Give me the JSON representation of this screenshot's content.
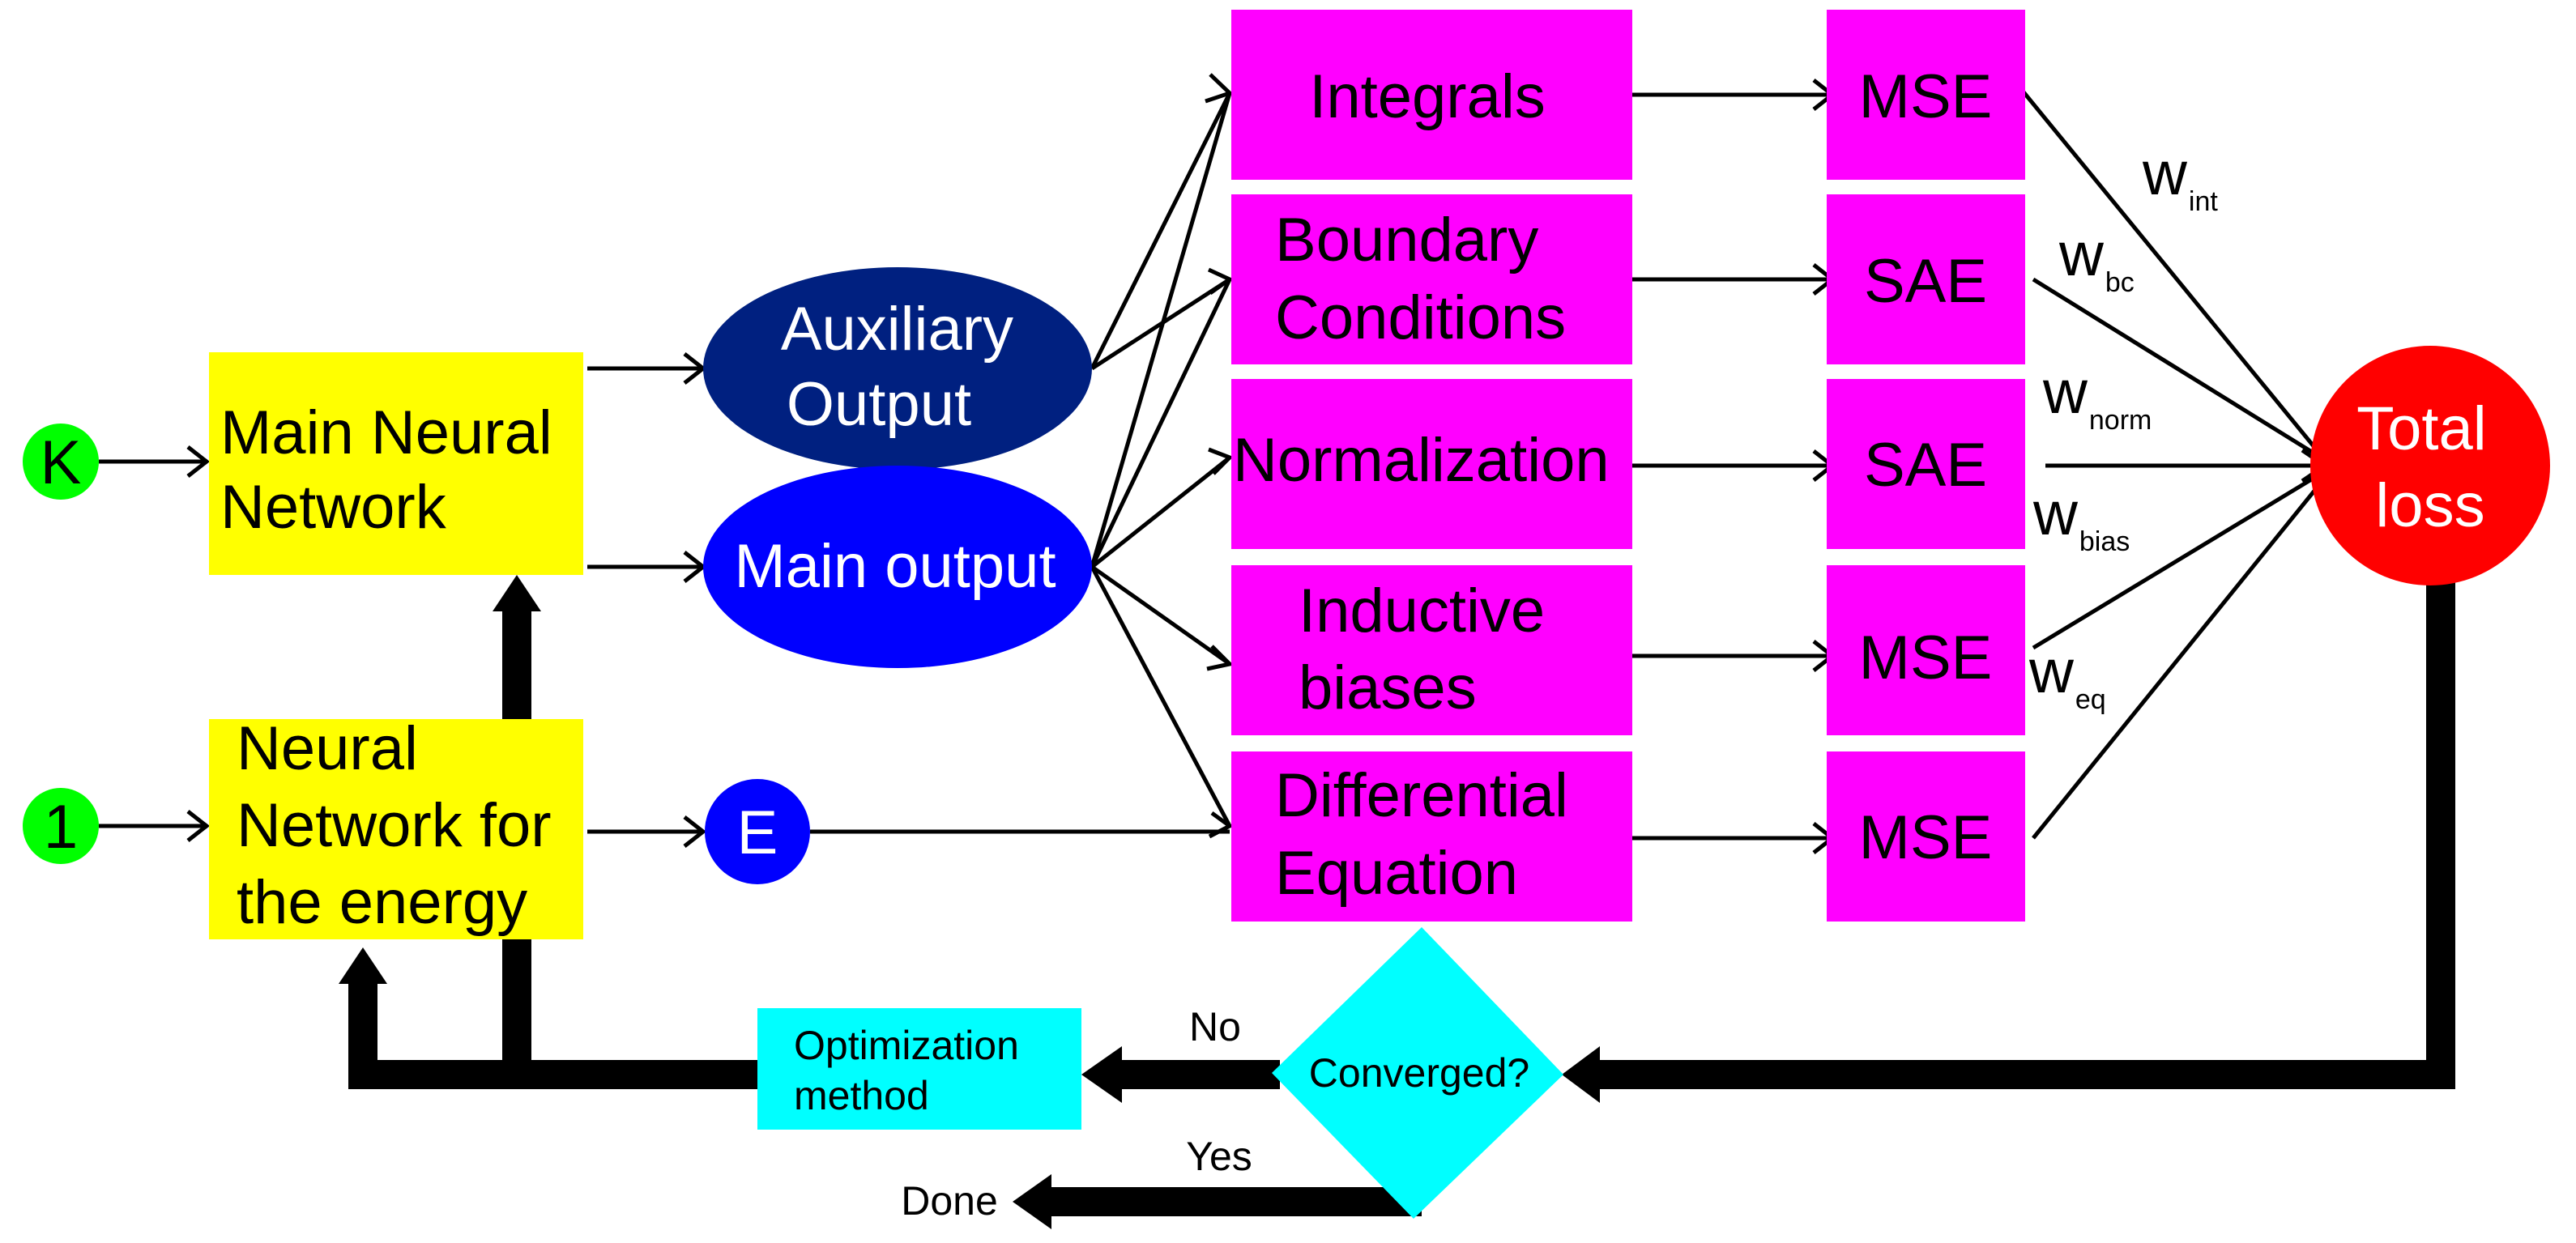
{
  "inputs": {
    "k": "K",
    "one": "1"
  },
  "networks": {
    "main": [
      "Main Neural",
      "Network"
    ],
    "energy": [
      "Neural",
      "Network for",
      "the energy"
    ]
  },
  "outputs": {
    "auxiliary": [
      "Auxiliary",
      "Output"
    ],
    "main": "Main output",
    "energy": "E"
  },
  "terms": {
    "integrals": [
      "Integrals"
    ],
    "boundary": [
      "Boundary",
      "Conditions"
    ],
    "normalization": [
      "Normalization"
    ],
    "inductive": [
      "Inductive",
      "biases"
    ],
    "differential": [
      "Differential",
      "Equation"
    ]
  },
  "metrics": {
    "integrals": "MSE",
    "boundary": "SAE",
    "normalization": "SAE",
    "inductive": "MSE",
    "differential": "MSE"
  },
  "weights": {
    "int": {
      "base": "w",
      "sub": "int"
    },
    "bc": {
      "base": "w",
      "sub": "bc"
    },
    "norm": {
      "base": "w",
      "sub": "norm"
    },
    "bias": {
      "base": "w",
      "sub": "bias"
    },
    "eq": {
      "base": "w",
      "sub": "eq"
    }
  },
  "total_loss": [
    "Total",
    "loss"
  ],
  "converged": "Converged?",
  "optimization": [
    "Optimization",
    "method"
  ],
  "labels": {
    "no": "No",
    "yes": "Yes",
    "done": "Done"
  },
  "colors": {
    "network": "#ffff00",
    "term": "#ff00ff",
    "metric": "#ff00ff",
    "input": "#00ff00",
    "auxiliary": "#002080",
    "main_output": "#0000ff",
    "total_loss": "#ff0000",
    "decision": "#00ffff"
  }
}
